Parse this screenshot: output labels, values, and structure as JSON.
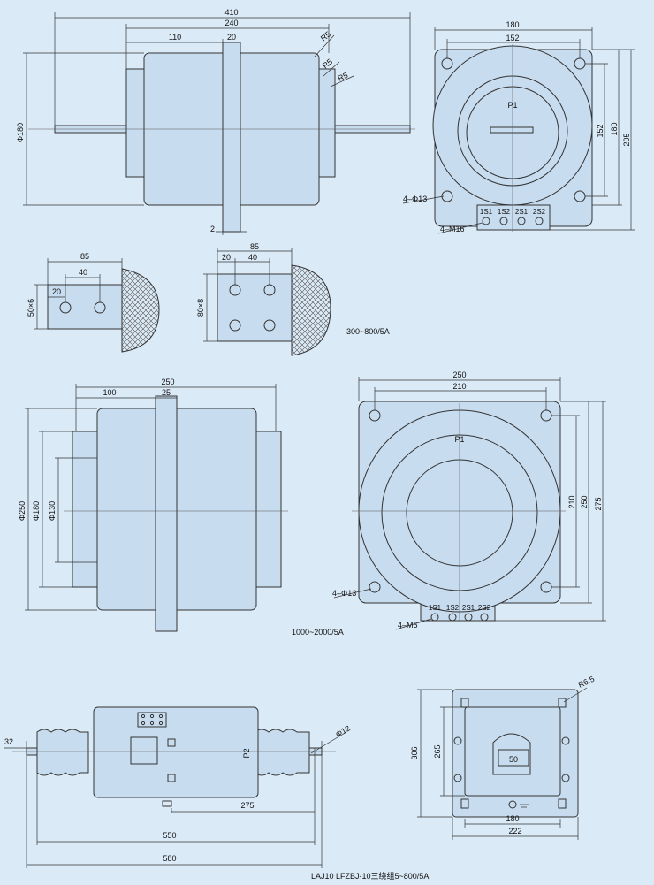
{
  "views": {
    "top_side": {
      "dims": [
        "410",
        "240",
        "110",
        "20",
        "Φ180",
        "2"
      ],
      "radii": [
        "R5",
        "R5",
        "R5"
      ]
    },
    "top_front": {
      "dims": [
        "180",
        "152",
        "152",
        "180",
        "205"
      ],
      "label": "P1",
      "holes": "4–Φ13",
      "thread": "4–M16",
      "terminals": [
        "1S1",
        "1S2",
        "2S1",
        "2S2"
      ]
    },
    "bars": {
      "left": [
        "85",
        "40",
        "20",
        "50×6"
      ],
      "right": [
        "85",
        "20",
        "40",
        "80×8"
      ],
      "range": "300~800/5A"
    },
    "mid_side": {
      "dims": [
        "250",
        "100",
        "25",
        "Φ250",
        "Φ180",
        "Φ130"
      ],
      "range": "1000~2000/5A"
    },
    "mid_front": {
      "dims": [
        "250",
        "210",
        "210",
        "250",
        "275"
      ],
      "label": "P1",
      "holes": "4–Φ13",
      "thread": "4–M6",
      "terminals": [
        "1S1",
        "1S2",
        "2S1",
        "2S2"
      ]
    },
    "bottom_side": {
      "dims": [
        "32",
        "Φ12",
        "275",
        "550",
        "580"
      ],
      "label": "P2"
    },
    "bottom_front": {
      "dims": [
        "R6.5",
        "306",
        "265",
        "50",
        "180",
        "222"
      ]
    },
    "caption": "LAJ10  LFZBJ-10三绕组5~800/5A"
  },
  "colors": {
    "background": "#dbeaf7",
    "body_fill": "#c8dcef",
    "line": "#333333"
  }
}
